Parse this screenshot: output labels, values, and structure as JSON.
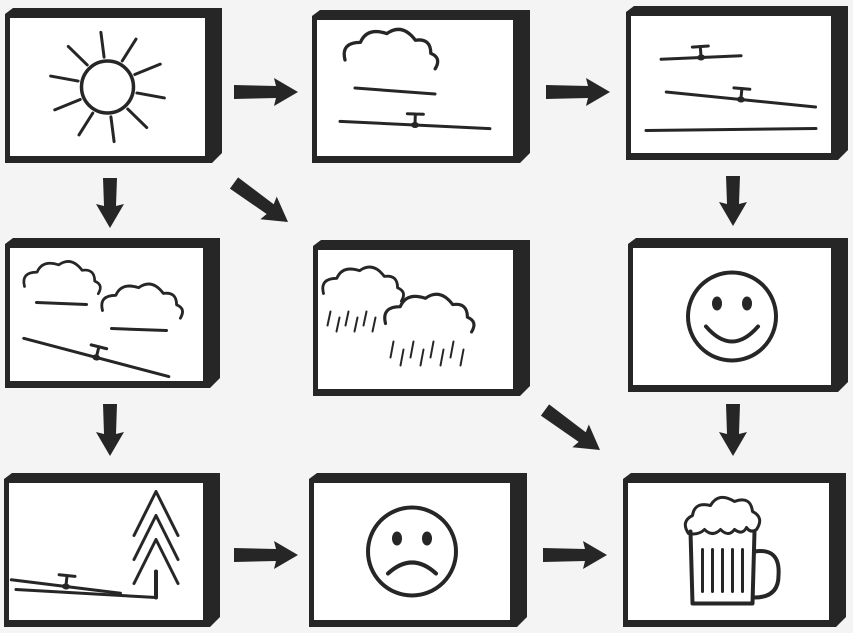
{
  "colors": {
    "ink": "#262626",
    "paper": "#ffffff",
    "background": "#f4f4f4"
  },
  "panels": [
    {
      "id": "sunny",
      "icon": "sun-icon"
    },
    {
      "id": "clouds-glider",
      "icon": "cloud-glider-icon"
    },
    {
      "id": "gliders-flying",
      "icon": "gliders-icon"
    },
    {
      "id": "clouds-two",
      "icon": "clouds-glider-icon"
    },
    {
      "id": "rain",
      "icon": "rain-clouds-icon"
    },
    {
      "id": "happy",
      "icon": "smiley-happy-icon"
    },
    {
      "id": "landout",
      "icon": "tree-landing-icon"
    },
    {
      "id": "sad",
      "icon": "smiley-sad-icon"
    },
    {
      "id": "beer",
      "icon": "beer-mug-icon"
    }
  ]
}
